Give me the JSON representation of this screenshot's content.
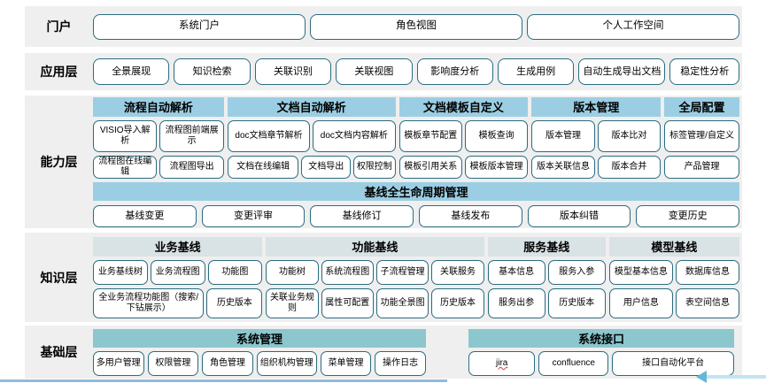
{
  "colors": {
    "capability_header": "#9CCEE3",
    "knowledge_header": "#D9E2E4",
    "foundation_header": "#8CC7CE",
    "box_border": "#2B6C80",
    "band_background": "#EFEFEF",
    "bottom_edge_line": "#8FBBDF",
    "arrow": "#66B7D6"
  },
  "portal": {
    "label": "门户",
    "items": [
      "系统门户",
      "角色视图",
      "个人工作空间"
    ]
  },
  "application": {
    "label": "应用层",
    "items": [
      "全景展现",
      "知识检索",
      "关联识别",
      "关联视图",
      "影响度分析",
      "生成用例",
      "自动生成导出文档",
      "稳定性分析"
    ]
  },
  "capability": {
    "label": "能力层",
    "groups": [
      {
        "title": "流程自动解析",
        "rows": [
          [
            "VISIO导入解析",
            "流程图前端展示"
          ],
          [
            "流程图在线编辑",
            "流程图导出"
          ]
        ]
      },
      {
        "title": "文档自动解析",
        "rows": [
          [
            "doc文档章节解析",
            "doc文档内容解析"
          ],
          [
            "文档在线编辑",
            "文档导出",
            "权限控制"
          ]
        ]
      },
      {
        "title": "文档模板自定义",
        "rows": [
          [
            "模板章节配置",
            "模板查询"
          ],
          [
            "模板引用关系",
            "模板版本管理"
          ]
        ]
      },
      {
        "title": "版本管理",
        "rows": [
          [
            "版本管理",
            "版本比对"
          ],
          [
            "版本关联信息",
            "版本合并"
          ]
        ]
      },
      {
        "title": "全局配置",
        "rows": [
          [
            "标签管理/自定义"
          ],
          [
            "产品管理"
          ]
        ]
      }
    ],
    "baseline": {
      "title": "基线全生命周期管理",
      "items": [
        "基线变更",
        "变更评审",
        "基线修订",
        "基线发布",
        "版本纠错",
        "变更历史"
      ]
    }
  },
  "knowledge": {
    "label": "知识层",
    "groups": [
      {
        "title": "业务基线",
        "rows": [
          [
            "业务基线树",
            "业务流程图",
            "功能图"
          ],
          [
            "全业务流程功能图（搜索/下钻展示）",
            "历史版本"
          ]
        ]
      },
      {
        "title": "功能基线",
        "rows": [
          [
            "功能树",
            "系统流程图",
            "子流程管理",
            "关联服务"
          ],
          [
            "关联业务规则",
            "属性可配置",
            "功能全景图",
            "历史版本"
          ]
        ]
      },
      {
        "title": "服务基线",
        "rows": [
          [
            "基本信息",
            "服务入参"
          ],
          [
            "服务出参",
            "历史版本"
          ]
        ]
      },
      {
        "title": "模型基线",
        "rows": [
          [
            "模型基本信息",
            "数据库信息"
          ],
          [
            "用户信息",
            "表空间信息"
          ]
        ]
      }
    ]
  },
  "foundation": {
    "label": "基础层",
    "groups": [
      {
        "title": "系统管理",
        "items": [
          "多用户管理",
          "权限管理",
          "角色管理",
          "组织机构管理",
          "菜单管理",
          "操作日志"
        ]
      },
      {
        "title": "系统接口",
        "items": [
          "jira",
          "confluence",
          "接口自动化平台"
        ]
      }
    ]
  }
}
